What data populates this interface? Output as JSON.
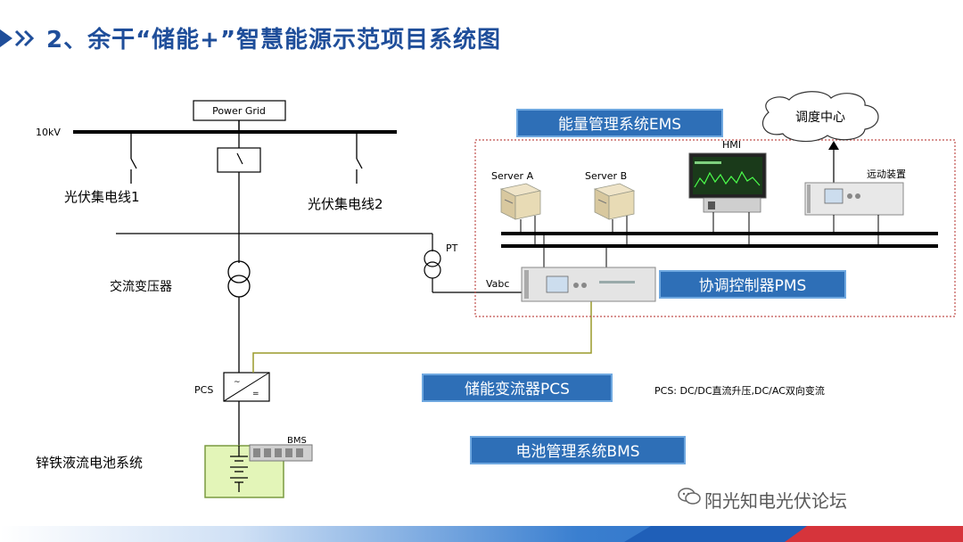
{
  "slide": {
    "title": "2、余干“储能+”智慧能源示范项目系统图"
  },
  "diagram": {
    "voltage": "10kV",
    "power_grid": "Power Grid",
    "pv_line_1": "光伏集电线1",
    "pv_line_2": "光伏集电线2",
    "transformer": "交流变压器",
    "pt": "PT",
    "vabc": "Vabc",
    "pcs_left": "PCS",
    "bms_small": "BMS",
    "battery_system": "锌铁液流电池系统",
    "ems_label": "能量管理系统EMS",
    "dispatch_center": "调度中心",
    "server_a": "Server A",
    "server_b": "Server B",
    "hmi": "HMI",
    "remote_device": "远动装置",
    "pms_label": "协调控制器PMS",
    "pcs_label": "储能变流器PCS",
    "pcs_note": "PCS: DC/DC直流升压,DC/AC双向变流",
    "bms_label": "电池管理系统BMS"
  },
  "watermark": "阳光知电光伏论坛",
  "colors": {
    "title": "#1f4e9a",
    "label_bg": "#2e6fb7",
    "ems_border": "#c0504d",
    "battery_fill": "#e3f5b8",
    "signal_line": "#9a9a2a",
    "footer_blue": "#1f5fb8",
    "footer_red": "#d6343b"
  }
}
